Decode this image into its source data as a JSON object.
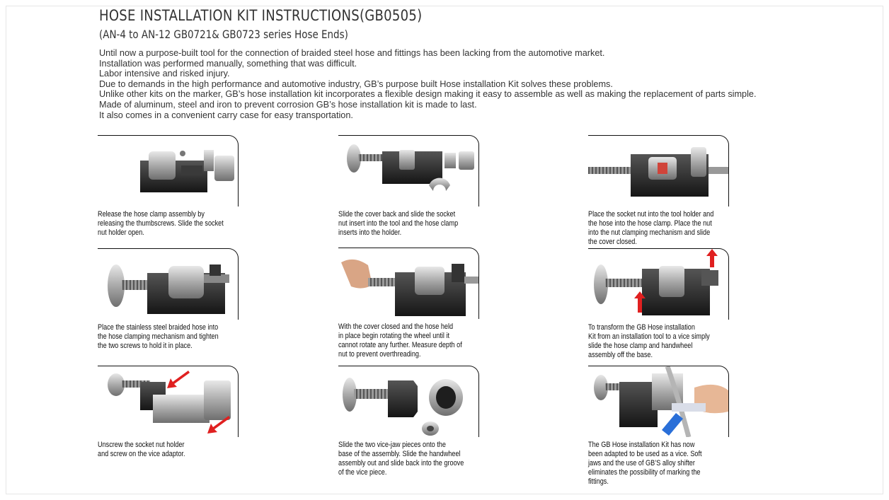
{
  "title": "HOSE INSTALLATION KIT INSTRUCTIONS(GB0505)",
  "subtitle": "(AN-4 to AN-12 GB0721& GB0723 series Hose Ends)",
  "intro": [
    "Until now a purpose-built tool for the connection of braided steel hose and fittings has been lacking from the automotive market.",
    "Installation was performed manually, something that was difficult.",
    "Labor intensive and risked injury.",
    "Due to demands in the high performance and automotive industry, GB’s purpose built Hose installation Kit solves these problems.",
    "Unlike other kits on the marker, GB’s hose installation kit incorporates a flexible design making it easy to assemble as well as making the replacement of parts simple.",
    "Made of aluminum, steel and iron to prevent corrosion GB’s hose installation kit is made to last.",
    "It also comes in a convenient carry case for easy transportation."
  ],
  "steps": [
    {
      "image": "hose-clamp-released-photo",
      "caption": [
        "Release the hose clamp assembly by",
        "releasing the thumbscrews. Slide the socket",
        "nut holder open."
      ]
    },
    {
      "image": "cover-slid-back-photo",
      "caption": [
        "Slide the cover back and slide the socket",
        "nut  insert into the tool and the hose clamp",
        "inserts into the holder."
      ]
    },
    {
      "image": "socket-nut-in-holder-photo",
      "caption": [
        "Place the socket nut into the tool holder and",
        "the hose into the hose clamp. Place the nut",
        "into the nut clamping mechanism and slide",
        "the cover closed."
      ]
    },
    {
      "image": "hose-clamping-photo",
      "caption": [
        "Place the stainless steel braided hose into",
        "the hose clamping mechanism and tighten",
        "the two screws to hold it in place."
      ]
    },
    {
      "image": "rotating-wheel-photo",
      "caption": [
        "With the cover closed and the hose held",
        "in place begin rotating the wheel until it",
        "cannot rotate any further. Measure depth of",
        "nut to prevent overthreading."
      ]
    },
    {
      "image": "convert-to-vice-photo",
      "caption": [
        "To transform the GB Hose installation",
        "Kit from an installation tool to a vice simply",
        "slide the hose clamp and handwheel",
        "assembly off the base."
      ]
    },
    {
      "image": "unscrew-nut-holder-photo",
      "caption": [
        "Unscrew the socket nut holder",
        "and screw on the vice adaptor."
      ]
    },
    {
      "image": "vice-jaw-pieces-photo",
      "caption": [
        "Slide the two vice-jaw pieces onto the",
        "base of the assembly. Slide the handwheel",
        "assembly out and slide back into the groove",
        "of the vice piece."
      ]
    },
    {
      "image": "vice-in-use-photo",
      "caption": [
        "The GB Hose installation Kit has now",
        "been adapted to be used as a vice. Soft",
        "jaws and the use of GB’S alloy shifter",
        "eliminates the possibility of marking the",
        "fittings."
      ]
    }
  ],
  "colors": {
    "text": "#333333",
    "metal": "#b8b8b8",
    "dark": "#2a2a2a",
    "arrow": "#e02020",
    "accent_blue": "#2a6fd8"
  }
}
